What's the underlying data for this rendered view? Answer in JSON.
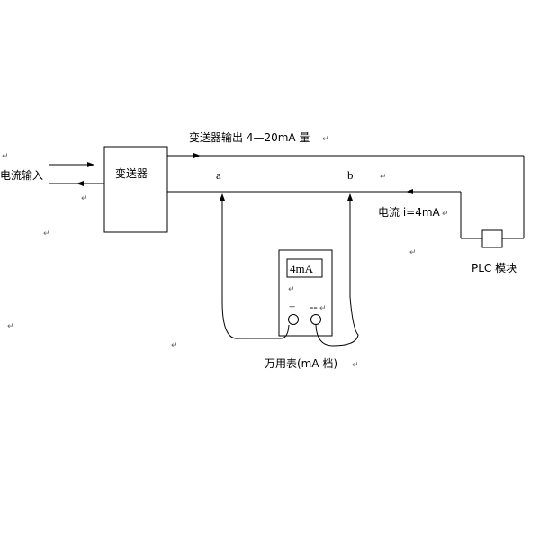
{
  "title": "变送器输出 4—20mA 量",
  "input_label": "电流输入",
  "transmitter_label": "变送器",
  "point_a": "a",
  "point_b": "b",
  "current_label": "电流 i=4mA",
  "plc_label": "PLC 模块",
  "meter_display": "4mA",
  "meter_plus": "+",
  "meter_minus": "--",
  "meter_caption": "万用表(mA 档)",
  "return_mark": "↵"
}
